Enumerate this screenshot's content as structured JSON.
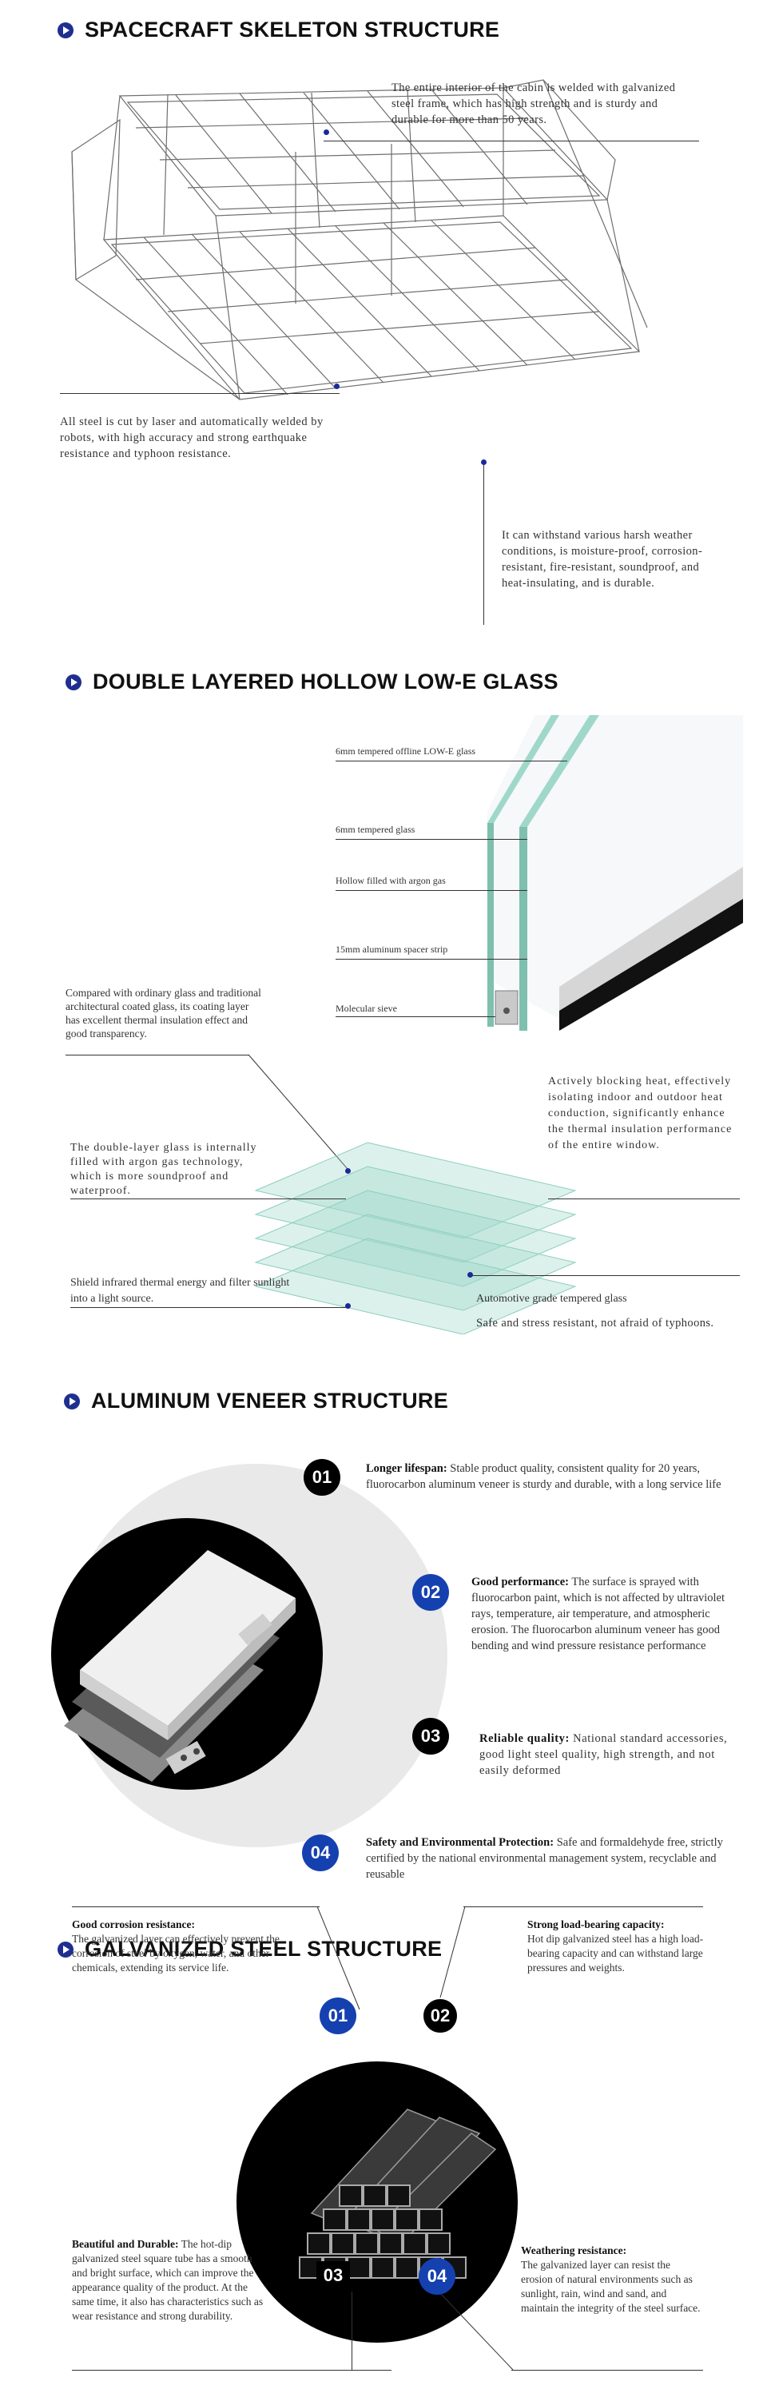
{
  "sections": {
    "skeleton": {
      "title": "SPACECRAFT SKELETON STRUCTURE",
      "note1": "The entire interior of the cabin is welded with galvanized steel frame, which has high strength and is sturdy and durable for more than 50 years.",
      "note2": "All steel is cut by laser and automatically welded by robots, with high accuracy and strong earthquake resistance and typhoon resistance.",
      "note3": "It can withstand various harsh weather conditions, is moisture-proof, corrosion-resistant, fire-resistant, soundproof, and heat-insulating, and is durable."
    },
    "glass": {
      "title": "DOUBLE LAYERED HOLLOW LOW-E GLASS",
      "labels": [
        "6mm tempered offline LOW-E glass",
        "6mm tempered glass",
        "Hollow filled with argon gas",
        "15mm aluminum spacer strip",
        "Molecular sieve"
      ],
      "note_compare": "Compared with ordinary glass and traditional architectural coated glass, its coating layer has excellent thermal insulation effect and good transparency.",
      "note_block": "Actively blocking heat, effectively isolating indoor and outdoor heat conduction, significantly enhance the thermal insulation performance of the entire window.",
      "note_double": "The double-layer glass is internally filled with argon gas technology, which is more soundproof and waterproof.",
      "note_shield": "Shield infrared thermal energy and filter sunlight into a light source.",
      "note_auto_title": "Automotive grade tempered glass",
      "note_auto_body": "Safe and stress resistant, not afraid of typhoons."
    },
    "aluminum": {
      "title": "ALUMINUM VENEER STRUCTURE",
      "items": [
        {
          "num": "01",
          "head": "Longer lifespan:",
          "body": " Stable product quality, consistent quality for 20 years, fluorocarbon aluminum veneer is sturdy and durable, with a long service life"
        },
        {
          "num": "02",
          "head": "Good performance:",
          "body": " The surface is sprayed with fluorocarbon paint, which is not affected by ultraviolet rays, temperature, air temperature, and atmospheric erosion. The fluorocarbon aluminum veneer has good bending and wind pressure resistance performance"
        },
        {
          "num": "03",
          "head": "Reliable quality:",
          "body": " National standard accessories, good light steel quality, high strength, and not easily deformed"
        },
        {
          "num": "04",
          "head": "Safety and Environmental Protection:",
          "body": " Safe and formaldehyde free, strictly certified by the national environmental management system, recyclable and reusable"
        }
      ]
    },
    "galvanized": {
      "title": "GALVANIZED STEEL STRUCTURE",
      "items": [
        {
          "num": "01",
          "head": "Good corrosion resistance:",
          "body": "The galvanized layer can effectively prevent the corrosion of steel by oxygen, water, and other chemicals, extending its service life."
        },
        {
          "num": "02",
          "head": "Strong load-bearing capacity:",
          "body": "Hot dip galvanized steel has a high load-bearing capacity and can withstand large pressures and weights."
        },
        {
          "num": "03",
          "head": "Beautiful and Durable:",
          "body": " The hot-dip galvanized steel square tube has a smooth and bright surface, which can improve the appearance quality of the product. At the same time, it also has characteristics such as wear resistance and strong durability."
        },
        {
          "num": "04",
          "head": "Weathering resistance:",
          "body": "The galvanized layer can resist the erosion of natural environments such as sunlight, rain, wind and sand, and maintain the integrity of the steel surface."
        }
      ]
    }
  },
  "colors": {
    "accent": "#1f2f8f",
    "badge_blue": "#1540b0",
    "badge_black": "#000000",
    "glass": "#9fd8c8"
  }
}
